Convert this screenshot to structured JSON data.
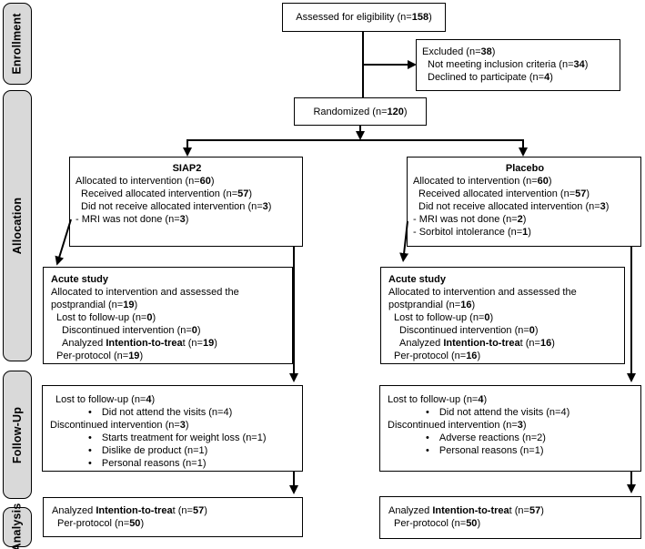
{
  "figure": {
    "background": "#ffffff",
    "line_color": "#000000",
    "border_color": "#000000",
    "sidebar_fill": "#d9d9d9"
  },
  "sidebar": [
    {
      "label": "Enrollment"
    },
    {
      "label": "Allocation"
    },
    {
      "label": "Follow-Up"
    },
    {
      "label": "Analysis"
    }
  ],
  "boxes": {
    "assessed": {
      "lines": [
        {
          "text": "Assessed for eligibility (n=**158**)",
          "indent": 0
        }
      ]
    },
    "excluded": {
      "lines": [
        {
          "text": "Excluded (n=**38**)",
          "indent": 0
        },
        {
          "text": "Not meeting inclusion criteria (n=**34**)",
          "indent": 1
        },
        {
          "text": "Declined to participate (n=**4**)",
          "indent": 1
        }
      ]
    },
    "randomized": {
      "lines": [
        {
          "text": "Randomized (n=**120**)",
          "indent": 0
        }
      ]
    },
    "allocation_siap2": {
      "title": "SIAP2",
      "lines": [
        {
          "text": "Allocated to intervention (n=**60**)",
          "indent": 0
        },
        {
          "text": "Received allocated intervention (n=**57**)",
          "indent": 1
        },
        {
          "text": "Did not receive allocated intervention (n=**3**)",
          "indent": 1
        },
        {
          "text": "- MRI was not done (n=**3**)",
          "indent": 0
        }
      ]
    },
    "allocation_placebo": {
      "title": "Placebo",
      "lines": [
        {
          "text": "Allocated to intervention (n=**60**)",
          "indent": 0
        },
        {
          "text": "Received allocated intervention (n=**57**)",
          "indent": 1
        },
        {
          "text": "Did not receive allocated intervention (n=**3**)",
          "indent": 1
        },
        {
          "text": "- MRI was not done (n=**2**)",
          "indent": 0
        },
        {
          "text": "- Sorbitol intolerance (n=**1**)",
          "indent": 0
        }
      ]
    },
    "acute_siap2": {
      "lines": [
        {
          "text": "**Acute study**",
          "indent": 0
        },
        {
          "text": "Allocated to intervention and assessed the postprandial (n=**19**)",
          "indent": 0
        },
        {
          "text": "Lost to follow-up (n=**0**)",
          "indent": 1
        },
        {
          "text": "Discontinued intervention (n=**0**)",
          "indent": 2
        },
        {
          "text": "Analyzed **Intention-to-trea**t (n=**19**)",
          "indent": 2
        },
        {
          "text": "Per-protocol (n=**19**)",
          "indent": 1
        }
      ]
    },
    "acute_placebo": {
      "lines": [
        {
          "text": "**Acute study**",
          "indent": 0
        },
        {
          "text": "Allocated to intervention and assessed the postprandial (n=**16**)",
          "indent": 0
        },
        {
          "text": "Lost to follow-up (n=**0**)",
          "indent": 1
        },
        {
          "text": "Discontinued intervention (n=**0**)",
          "indent": 2
        },
        {
          "text": "Analyzed **Intention-to-trea**t (n=**16**)",
          "indent": 2
        },
        {
          "text": "Per-protocol (n=**16**)",
          "indent": 1
        }
      ]
    },
    "followup_siap2": {
      "lines": [
        {
          "text": "Lost to follow-up (n=**4**)",
          "indent": 1
        },
        {
          "text": "Did not attend the visits (n=4)",
          "bullet": true
        },
        {
          "text": "Discontinued intervention (n=**3**)",
          "indent": 0
        },
        {
          "text": "Starts treatment for weight loss (n=1)",
          "bullet": true
        },
        {
          "text": "Dislike de product (n=1)",
          "bullet": true
        },
        {
          "text": "Personal reasons (n=1)",
          "bullet": true
        }
      ]
    },
    "followup_placebo": {
      "lines": [
        {
          "text": "Lost to follow-up (n=**4**)",
          "indent": 0
        },
        {
          "text": "Did not attend the visits (n=4)",
          "bullet": true
        },
        {
          "text": "Discontinued intervention (n=**3**)",
          "indent": 0
        },
        {
          "text": "Adverse reactions (n=2)",
          "bullet": true
        },
        {
          "text": "Personal reasons (n=1)",
          "bullet": true
        }
      ]
    },
    "analysis_siap2": {
      "lines": [
        {
          "text": "Analyzed **Intention-to-trea**t (n=**57**)",
          "indent": 0
        },
        {
          "text": "Per-protocol (n=**50**)",
          "indent": 1
        }
      ]
    },
    "analysis_placebo": {
      "lines": [
        {
          "text": "Analyzed **Intention-to-trea**t (n=**57**)",
          "indent": 0
        },
        {
          "text": "Per-protocol (n=**50**)",
          "indent": 1
        }
      ]
    }
  }
}
